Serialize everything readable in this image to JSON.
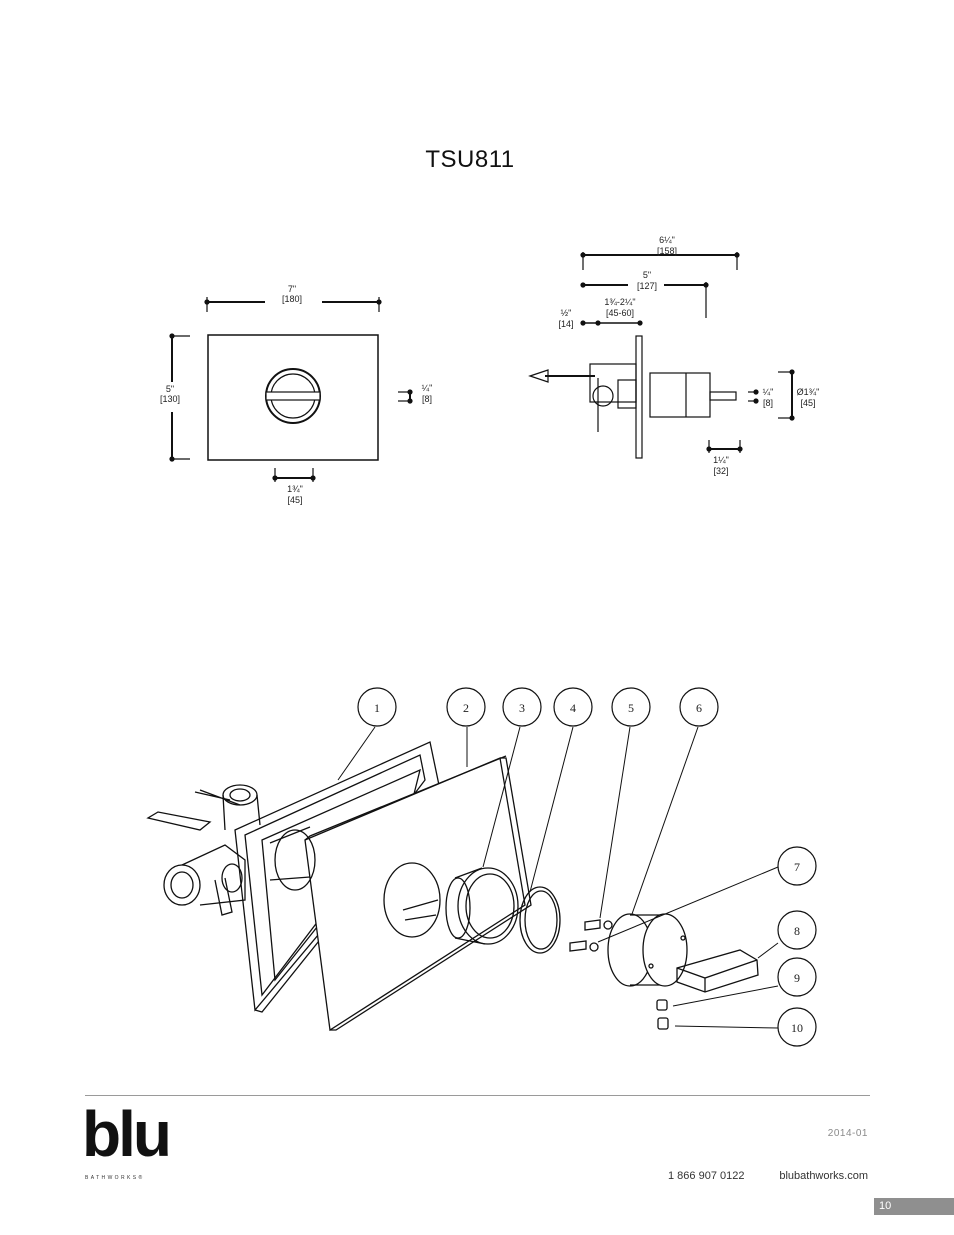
{
  "model": "TSU811",
  "front_view": {
    "width_in": "7\"",
    "width_mm": "[180]",
    "height_in": "5\"",
    "height_mm": "[130]",
    "depth_in": "¼\"",
    "depth_mm": "[8]",
    "handle_in": "1¾\"",
    "handle_mm": "[45]"
  },
  "side_view": {
    "overall_in": "6¼\"",
    "overall_mm": "[158]",
    "mid_in": "5\"",
    "mid_mm": "[127]",
    "wall_in": "½\"",
    "wall_mm": "[14]",
    "range_in": "1¾-2¼\"",
    "range_mm": "[45-60]",
    "plate_in": "¼\"",
    "plate_mm": "[8]",
    "dia_in": "Ø1¾\"",
    "dia_mm": "[45]",
    "proj_in": "1¼\"",
    "proj_mm": "[32]"
  },
  "callouts": [
    "1",
    "2",
    "3",
    "4",
    "5",
    "6",
    "7",
    "8",
    "9",
    "10"
  ],
  "footer": {
    "logo": "blu",
    "logo_sub": "BATHWORKS®",
    "date": "2014-01",
    "phone": "1 866 907 0122",
    "website": "blubathworks.com",
    "page": "10"
  }
}
